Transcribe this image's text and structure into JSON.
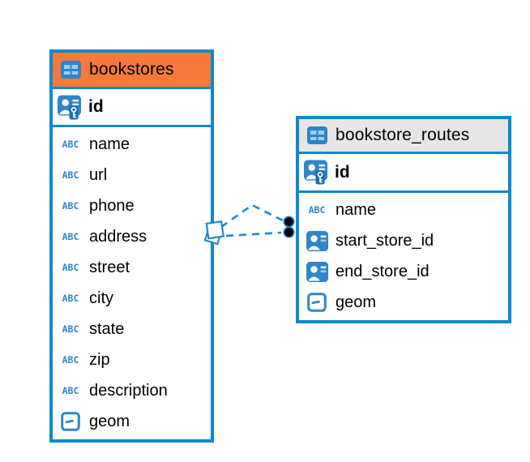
{
  "colors": {
    "table_border": "#1089CB",
    "header_orange": "#F5793B",
    "header_gray": "#E7E6E6",
    "icon_blue": "#2E86C8",
    "icon_cell": "#9CCFEE",
    "icon_key_badge": "#1B6EB2",
    "connector": "#1E88CB",
    "text": "#000000"
  },
  "icons": {
    "table_icon": "grid-table",
    "primary_key_icon": "person-with-key",
    "reference_icon": "person-card",
    "geometry_icon": "box-with-dash",
    "text_type_label": "ABC"
  },
  "tables": [
    {
      "name": "bookstores",
      "header_style": "orange",
      "primary_key": "id",
      "columns": [
        {
          "label": "name",
          "type": "text"
        },
        {
          "label": "url",
          "type": "text"
        },
        {
          "label": "phone",
          "type": "text"
        },
        {
          "label": "address",
          "type": "text"
        },
        {
          "label": "street",
          "type": "text"
        },
        {
          "label": "city",
          "type": "text"
        },
        {
          "label": "state",
          "type": "text"
        },
        {
          "label": "zip",
          "type": "text"
        },
        {
          "label": "description",
          "type": "text"
        },
        {
          "label": "geom",
          "type": "geometry"
        }
      ]
    },
    {
      "name": "bookstore_routes",
      "header_style": "gray",
      "primary_key": "id",
      "columns": [
        {
          "label": "name",
          "type": "text"
        },
        {
          "label": "start_store_id",
          "type": "reference"
        },
        {
          "label": "end_store_id",
          "type": "reference"
        },
        {
          "label": "geom",
          "type": "geometry"
        }
      ]
    }
  ],
  "relationship": {
    "style": "dashed",
    "from_table": "bookstores",
    "to_table": "bookstore_routes",
    "endpoint_count": 2
  }
}
